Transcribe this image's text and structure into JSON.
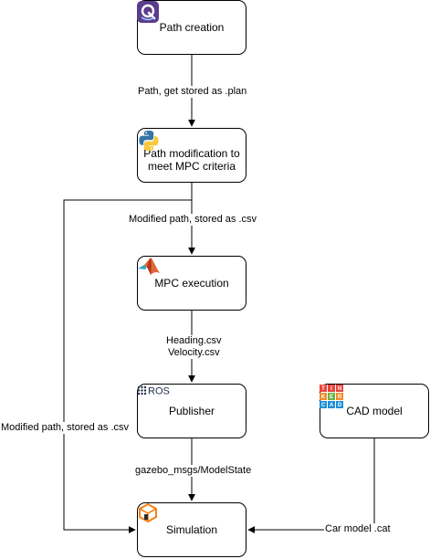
{
  "nodes": {
    "path_creation": {
      "label": "Path creation",
      "logo": "qgroundcontrol-logo-icon"
    },
    "path_modification": {
      "label": "Path modification to\nmeet MPC criteria",
      "logo": "python-logo-icon"
    },
    "mpc_execution": {
      "label": "MPC execution",
      "logo": "matlab-logo-icon"
    },
    "publisher": {
      "label": "Publisher",
      "logo": "ros-logo-icon",
      "logo_text": "::ROS"
    },
    "cad_model": {
      "label": "CAD model",
      "logo": "tinkercad-logo-icon",
      "logo_letters": [
        "T",
        "I",
        "N",
        "K",
        "E",
        "R",
        "C",
        "A",
        "D"
      ]
    },
    "simulation": {
      "label": "Simulation",
      "logo": "gazebo-logo-icon"
    }
  },
  "edges": {
    "plan": {
      "label": "Path, get stored as .plan"
    },
    "csv_main": {
      "label": "Modified path, stored as .csv"
    },
    "heading_velocity": {
      "label": "Heading.csv\nVelocity.csv"
    },
    "model_state": {
      "label": "gazebo_msgs/ModelState"
    },
    "csv_side": {
      "label": "Modified path, stored as .csv"
    },
    "car_model": {
      "label": "Car model .cat"
    }
  },
  "colors": {
    "stroke": "#000000",
    "node_fill": "#ffffff",
    "qground_bg": "#5b3c8c",
    "python_blue": "#3775a9",
    "python_yellow": "#f7c93c",
    "matlab_orange": "#e16737",
    "matlab_red": "#b3361d",
    "tinkercad_red": "#e8443a",
    "tinkercad_orange": "#f28b2c",
    "tinkercad_blue": "#1f8fd6",
    "tinkercad_green": "#6bb344",
    "gazebo_orange": "#f58113"
  }
}
